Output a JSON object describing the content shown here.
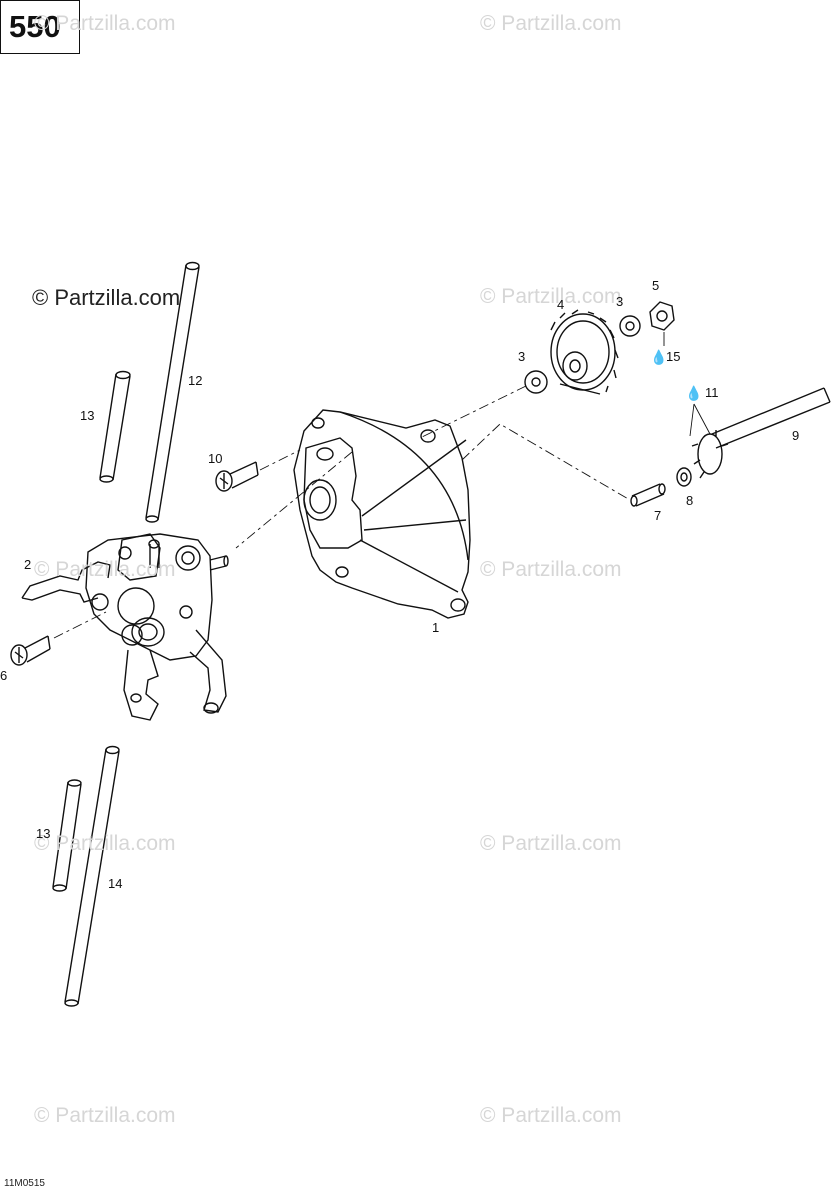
{
  "page_number": "550",
  "figure_code": "11M0515",
  "watermark": "© Partzilla.com",
  "drop_symbol": "💧",
  "callouts": {
    "c1": "1",
    "c2": "2",
    "c3a": "3",
    "c3b": "3",
    "c4": "4",
    "c5": "5",
    "c6": "6",
    "c7": "7",
    "c8": "8",
    "c9": "9",
    "c10": "10",
    "c11": "11",
    "c12": "12",
    "c13a": "13",
    "c13b": "13",
    "c14": "14",
    "c15": "15"
  }
}
